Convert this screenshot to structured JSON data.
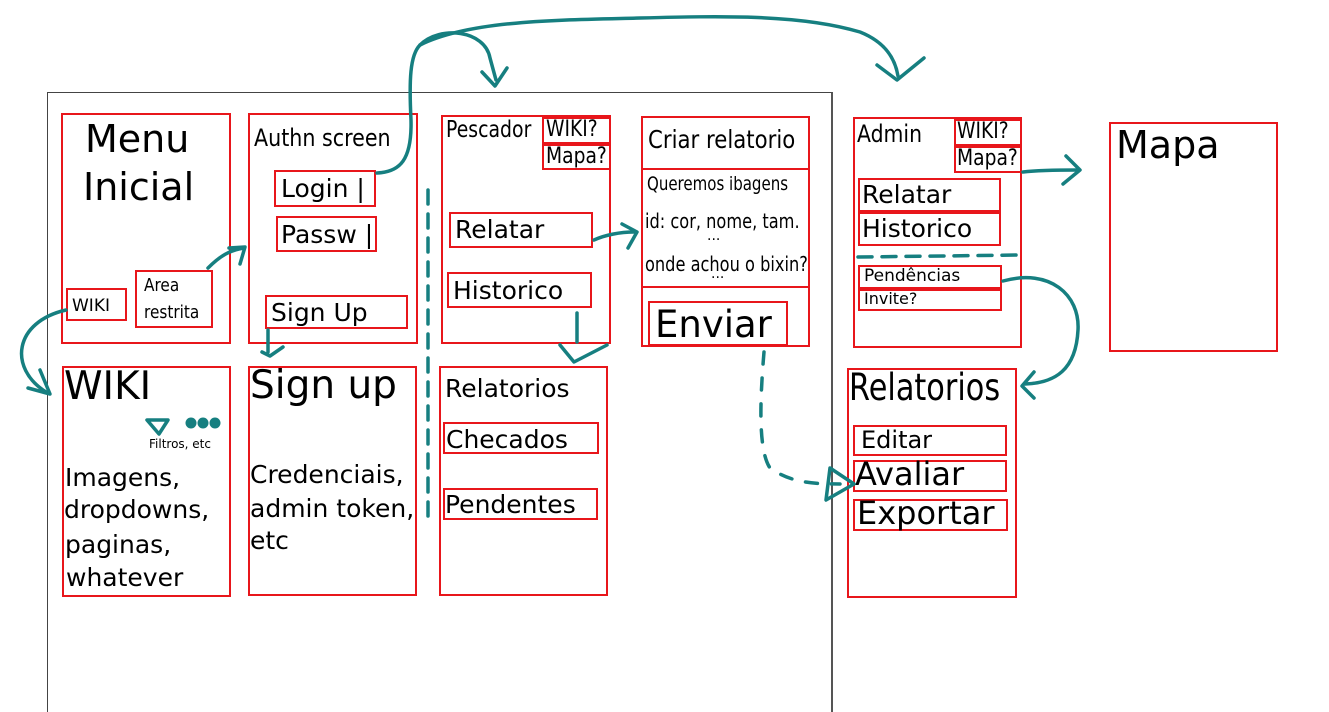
{
  "menu_inicial": {
    "title_1": "Menu",
    "title_2": "Inicial",
    "wiki_btn": "WIKI",
    "area_1": "Area",
    "area_2": "restrita"
  },
  "authn": {
    "title": "Authn screen",
    "login": "Login |",
    "passw": "Passw |",
    "signup": "Sign Up"
  },
  "pescador": {
    "title": "Pescador",
    "wiki_btn": "WIKI?",
    "mapa_btn": "Mapa?",
    "relatar": "Relatar",
    "historico": "Historico"
  },
  "criar_relatorio": {
    "title": "Criar relatorio",
    "line_1": "Queremos ibagens",
    "line_2": "id: cor, nome, tam.",
    "ellipsis_1": "...",
    "line_3": "onde achou o bixin?",
    "ellipsis_2": "...",
    "enviar": "Enviar"
  },
  "wiki": {
    "title": "WIKI",
    "filters": "Filtros, etc",
    "body": [
      "Imagens,",
      "dropdowns,",
      "paginas,",
      "whatever"
    ]
  },
  "signup": {
    "title": "Sign up",
    "body": [
      "Credenciais,",
      "admin token,",
      "etc"
    ]
  },
  "relatorios_pescador": {
    "title": "Relatorios",
    "checados": "Checados",
    "pendentes": "Pendentes"
  },
  "admin": {
    "title": "Admin",
    "wiki_btn": "WIKI?",
    "mapa_btn": "Mapa?",
    "relatar": "Relatar",
    "historico": "Historico",
    "pendencias": "Pendências",
    "invite": "Invite?"
  },
  "relatorios_admin": {
    "title": "Relatorios",
    "editar": "Editar",
    "avaliar": "Avaliar",
    "exportar": "Exportar"
  },
  "mapa": {
    "title": "Mapa"
  },
  "colors": {
    "box": "#e8161b",
    "arrow": "#167f80",
    "frame": "#555555"
  }
}
